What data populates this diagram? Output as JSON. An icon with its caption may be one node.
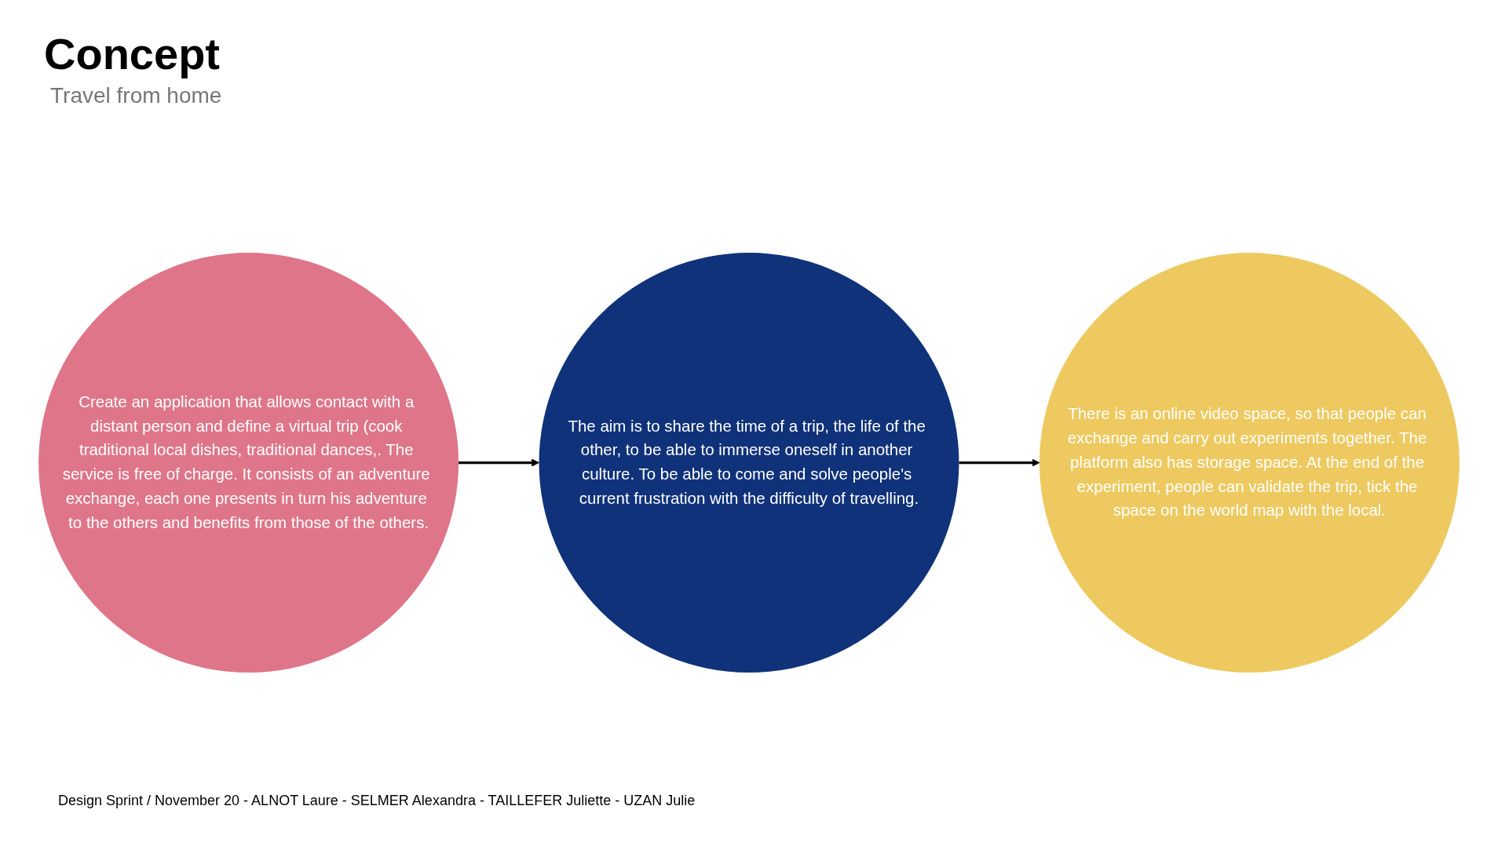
{
  "diagram": {
    "title": "Concept",
    "nodes": [
      {
        "text": [
          "Create an application that allows contact with a distant person and define a virtual trip (cook traditional local dishes, traditional dances,. The service is free of charge. It consists of an adventure exchange, each one presents in turn his adventure to the others and benefits from those of the others."
        ]
      },
      {
        "text": [
          "The aim is to share the time of a trip, the life of the other, to be able to immerse oneself in another culture. To be able to come and solve people's current frustration with the difficulty of travelling."
        ]
      },
      {
        "text": [
          "There is an online video space, so that people can exchange and carry out experiments together. The platform also has storage space. At the end of the experiment, people can validate the trip, tick the space on the world map with the local."
        ]
      }
    ],
    "edges": [
      {
        "from": 0,
        "to": 1,
        "arrow": "to"
      },
      {
        "from": 1,
        "to": 2,
        "arrow": "to"
      }
    ],
    "labels": [
      "Travel from home",
      "Design Sprint / November 20 - ALNOT Laure - SELMER Alexandra - TAILLEFER Juliette - UZAN Julie"
    ]
  }
}
